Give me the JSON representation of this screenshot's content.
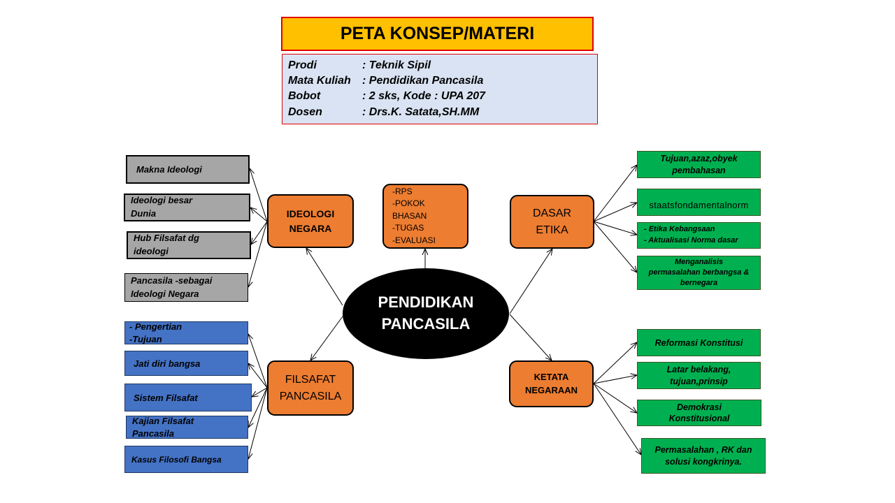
{
  "header": {
    "title": "PETA KONSEP/MATERI",
    "info": [
      {
        "label": "Prodi",
        "value": ": Teknik Sipil"
      },
      {
        "label": "Mata Kuliah",
        "value": ":  Pendidikan Pancasila"
      },
      {
        "label": "Bobot",
        "value": ": 2 sks, Kode : UPA 207"
      },
      {
        "label": "Dosen",
        "value": ": Drs.K. Satata,SH.MM"
      }
    ]
  },
  "center": {
    "label": "PENDIDIKAN\nPANCASILA"
  },
  "nodes": {
    "ideologi": "IDEOLOGI\nNEGARA",
    "rps": " -RPS\n-POKOK\nBHASAN\n-TUGAS\n-EVALUASI",
    "dasar_etika": "DASAR\nETIKA",
    "filsafat": "FILSAFAT\nPANCASILA",
    "ketatanegaraan": "KETATA\nNEGARAAN"
  },
  "ideologi_items": [
    "Makna Ideologi",
    "Ideologi besar\nDunia",
    "Hub Filsafat dg\nideologi",
    "Pancasila -sebagai\nIdeologi Negara"
  ],
  "filsafat_items": [
    "- Pengertian\n-Tujuan",
    "Jati diri bangsa",
    "Sistem Filsafat",
    "Kajian Filsafat\nPancasila",
    "Kasus Filosofi  Bangsa"
  ],
  "etika_items": [
    "Tujuan,azaz,obyek\npembahasan",
    "staatsfondamentalnorm",
    "- Etika Kebangsaan\n- Aktualisasi  Norma dasar",
    "Menganalisis\npermasalahan berbangsa &\nbernegara"
  ],
  "ketata_items": [
    "Reformasi Konstitusi",
    "Latar belakang,\ntujuan,prinsip",
    "Demokrasi\nKonstitusional",
    "Permasalahan , RK dan\nsolusi kongkrinya."
  ],
  "colors": {
    "title_bg": "#ffc000",
    "info_bg": "#dae3f3",
    "node_orange": "#ed7d31",
    "gray": "#a6a6a6",
    "blue": "#4472c4",
    "green": "#00b050",
    "center": "#000000"
  }
}
